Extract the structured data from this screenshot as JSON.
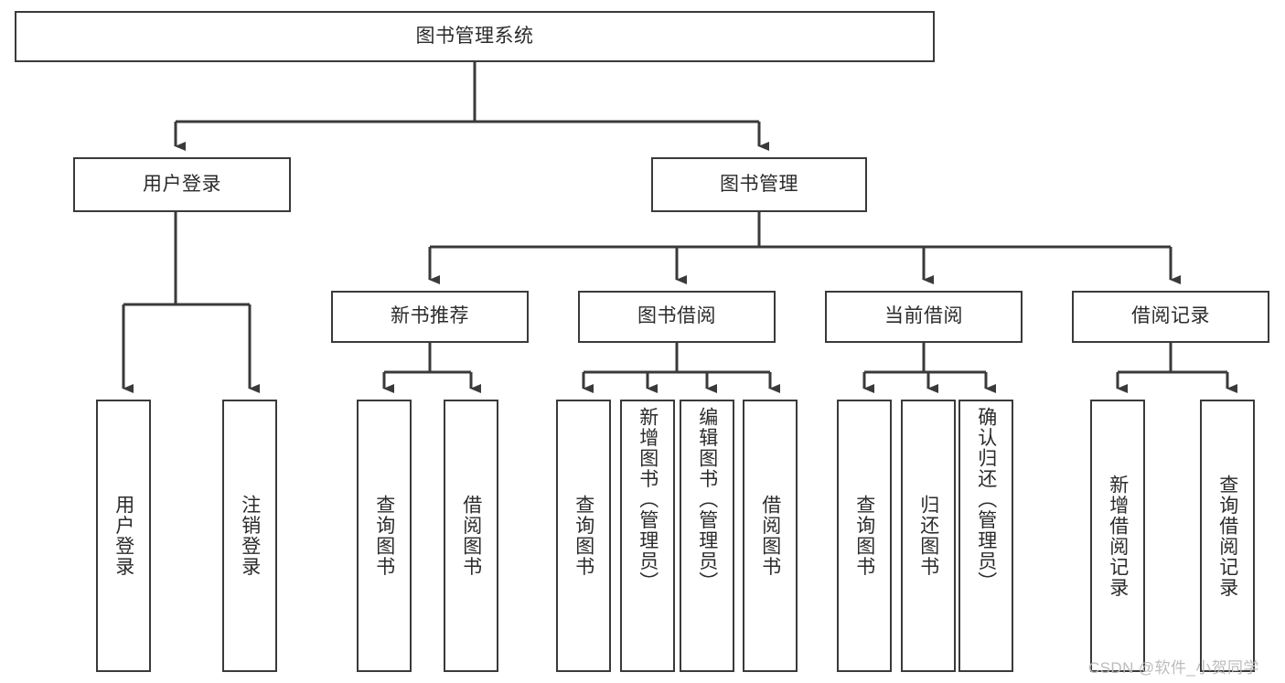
{
  "diagram": {
    "type": "tree-hierarchy",
    "title": "图书管理系统",
    "root": {
      "id": "root",
      "label": "图书管理系统"
    },
    "level2": [
      {
        "id": "user-login",
        "label": "用户登录"
      },
      {
        "id": "book-manage",
        "label": "图书管理"
      }
    ],
    "level3": [
      {
        "id": "new-book-recommend",
        "label": "新书推荐",
        "parent": "book-manage"
      },
      {
        "id": "book-borrow",
        "label": "图书借阅",
        "parent": "book-manage"
      },
      {
        "id": "current-borrow",
        "label": "当前借阅",
        "parent": "book-manage"
      },
      {
        "id": "borrow-record",
        "label": "借阅记录",
        "parent": "book-manage"
      }
    ],
    "leaves": [
      {
        "id": "leaf-user-login",
        "label": "用户登录",
        "parent": "user-login"
      },
      {
        "id": "leaf-user-logout",
        "label": "注销登录",
        "parent": "user-login"
      },
      {
        "id": "leaf-query-book-1",
        "label": "查询图书",
        "parent": "new-book-recommend"
      },
      {
        "id": "leaf-borrow-book-1",
        "label": "借阅图书",
        "parent": "new-book-recommend"
      },
      {
        "id": "leaf-query-book-2",
        "label": "查询图书",
        "parent": "book-borrow"
      },
      {
        "id": "leaf-add-book",
        "label": "新增图书（管理员）",
        "parent": "book-borrow"
      },
      {
        "id": "leaf-edit-book",
        "label": "编辑图书（管理员）",
        "parent": "book-borrow"
      },
      {
        "id": "leaf-borrow-book-2",
        "label": "借阅图书",
        "parent": "book-borrow"
      },
      {
        "id": "leaf-query-book-3",
        "label": "查询图书",
        "parent": "current-borrow"
      },
      {
        "id": "leaf-return-book",
        "label": "归还图书",
        "parent": "current-borrow"
      },
      {
        "id": "leaf-confirm-return",
        "label": "确认归还（管理员）",
        "parent": "current-borrow"
      },
      {
        "id": "leaf-add-record",
        "label": "新增借阅记录",
        "parent": "borrow-record"
      },
      {
        "id": "leaf-query-record",
        "label": "查询借阅记录",
        "parent": "borrow-record"
      }
    ],
    "colors": {
      "box_border": "#3a3a3a",
      "box_fill": "#ffffff",
      "edge": "#3a3a3a",
      "text": "#2b2b2b",
      "watermark": "#b9b9b9",
      "background": "#ffffff"
    }
  },
  "watermark": {
    "text": "CSDN @软件_小贺同学"
  }
}
